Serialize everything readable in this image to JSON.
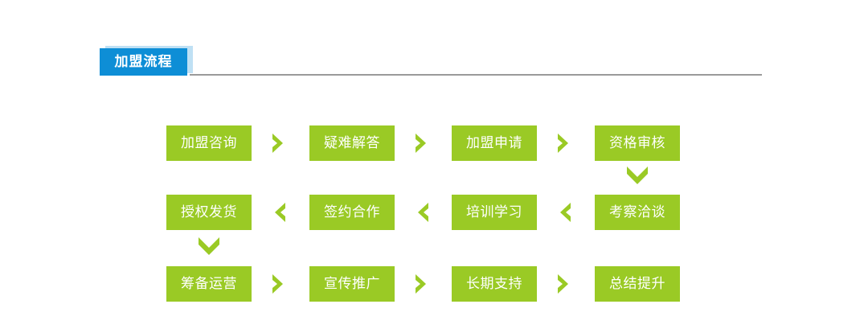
{
  "header": {
    "title": "加盟流程",
    "accent_blue": "#0e8ed6",
    "shadow_blue": "#bfe0f4",
    "rule_color": "#9a9a9a"
  },
  "theme": {
    "node_green": "#9aca25",
    "node_text": "#ffffff",
    "background": "#ffffff"
  },
  "flow": {
    "rows": [
      {
        "direction": "right",
        "nodes": [
          {
            "label": "加盟咨询"
          },
          {
            "label": "疑难解答"
          },
          {
            "label": "加盟申请"
          },
          {
            "label": "资格审核"
          }
        ],
        "connectors": [
          {
            "icon": "chevron-right-icon"
          },
          {
            "icon": "chevron-right-icon"
          },
          {
            "icon": "chevron-right-icon"
          }
        ]
      },
      {
        "direction": "left",
        "nodes": [
          {
            "label": "授权发货"
          },
          {
            "label": "签约合作"
          },
          {
            "label": "培训学习"
          },
          {
            "label": "考察洽谈"
          }
        ],
        "connectors": [
          {
            "icon": "chevron-left-icon"
          },
          {
            "icon": "chevron-left-icon"
          },
          {
            "icon": "chevron-left-icon"
          }
        ]
      },
      {
        "direction": "right",
        "nodes": [
          {
            "label": "筹备运营"
          },
          {
            "label": "宣传推广"
          },
          {
            "label": "长期支持"
          },
          {
            "label": "总结提升"
          }
        ],
        "connectors": [
          {
            "icon": "chevron-right-icon"
          },
          {
            "icon": "chevron-right-icon"
          },
          {
            "icon": "chevron-right-icon"
          }
        ]
      }
    ],
    "row_connectors": [
      {
        "icon": "chevron-down-icon",
        "side": "right",
        "from_row": 1,
        "to_row": 2
      },
      {
        "icon": "chevron-down-icon",
        "side": "left",
        "from_row": 2,
        "to_row": 3
      }
    ]
  }
}
